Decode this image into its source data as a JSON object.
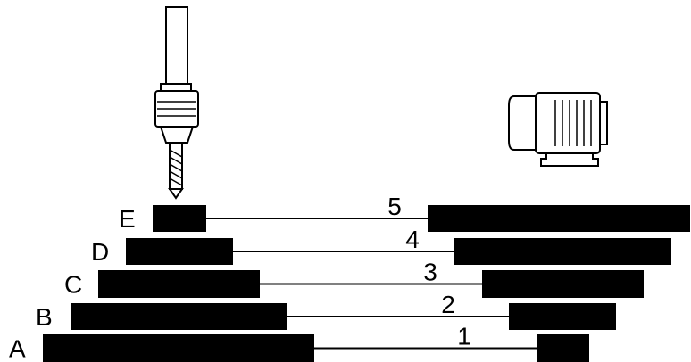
{
  "rows": [
    {
      "letter": "A",
      "number": "1"
    },
    {
      "letter": "B",
      "number": "2"
    },
    {
      "letter": "C",
      "number": "3"
    },
    {
      "letter": "D",
      "number": "4"
    },
    {
      "letter": "E",
      "number": "5"
    }
  ],
  "icons": {
    "tool": "drill-icon",
    "machine": "motor-icon"
  },
  "colors": {
    "ink": "#000000",
    "background": "#ffffff"
  }
}
